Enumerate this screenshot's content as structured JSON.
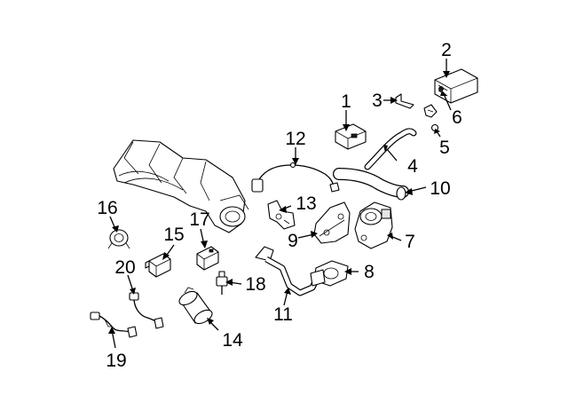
{
  "diagram": {
    "background": "#ffffff",
    "ink": "#000000",
    "callouts": [
      "1",
      "2",
      "3",
      "4",
      "5",
      "6",
      "7",
      "8",
      "9",
      "10",
      "11",
      "12",
      "13",
      "14",
      "15",
      "16",
      "17",
      "18",
      "19",
      "20"
    ],
    "parts": [
      {
        "callout": "1",
        "part": "sensor-module"
      },
      {
        "callout": "2",
        "part": "control-unit-box"
      },
      {
        "callout": "3",
        "part": "bracket-clip"
      },
      {
        "callout": "4",
        "part": "vacuum-hose"
      },
      {
        "callout": "5",
        "part": "check-valve"
      },
      {
        "callout": "6",
        "part": "connector"
      },
      {
        "callout": "7",
        "part": "egr-valve"
      },
      {
        "callout": "8",
        "part": "gasket"
      },
      {
        "callout": "9",
        "part": "mounting-bracket"
      },
      {
        "callout": "10",
        "part": "egr-hose"
      },
      {
        "callout": "11",
        "part": "egr-pipe"
      },
      {
        "callout": "12",
        "part": "temperature-sensor-harness"
      },
      {
        "callout": "13",
        "part": "sensor-bracket"
      },
      {
        "callout": "14",
        "part": "vapor-canister"
      },
      {
        "callout": "15",
        "part": "solenoid-valve"
      },
      {
        "callout": "16",
        "part": "vacuum-actuator"
      },
      {
        "callout": "17",
        "part": "solenoid-valve"
      },
      {
        "callout": "18",
        "part": "pressure-sensor"
      },
      {
        "callout": "19",
        "part": "oxygen-sensor"
      },
      {
        "callout": "20",
        "part": "oxygen-sensor"
      }
    ]
  }
}
